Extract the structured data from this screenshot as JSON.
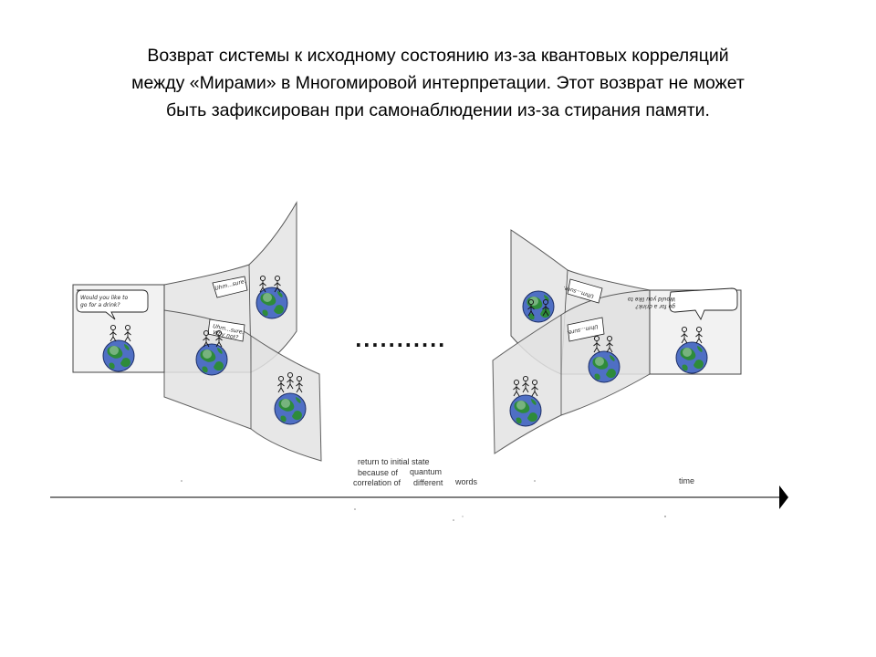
{
  "caption": {
    "line1": "Возврат системы к исходному состоянию из-за квантовых корреляций",
    "line2": "между «Мирами» в Многомировой интерпретации. Этот возврат не может",
    "line3": "быть зафиксирован при самонаблюдении из-за стирания памяти."
  },
  "ellipsis": "...........",
  "timeline": {
    "label_line1": "return to initial state",
    "label_line2": "because of",
    "label_line3": "quantum",
    "label_line4": "correlation of",
    "label_line5": "different",
    "label_line6": "words",
    "time_label": "time"
  },
  "bubbles": {
    "drink_line1": "Would you like to",
    "drink_line2": "go for a drink?",
    "sure_line1": "Uhm...sure.",
    "sure_line2": "Why not?"
  },
  "colors": {
    "panel_fill": "#ebebeb",
    "panel_fill_dark": "#d6d6d6",
    "panel_stroke": "#444444",
    "earth_blue": "#4f6fc4",
    "earth_green": "#2e8b3a",
    "axis": "#000000"
  },
  "icons": [
    "earth-icon",
    "stick-figure-icon",
    "speech-bubble-icon",
    "arrow-head-icon"
  ]
}
